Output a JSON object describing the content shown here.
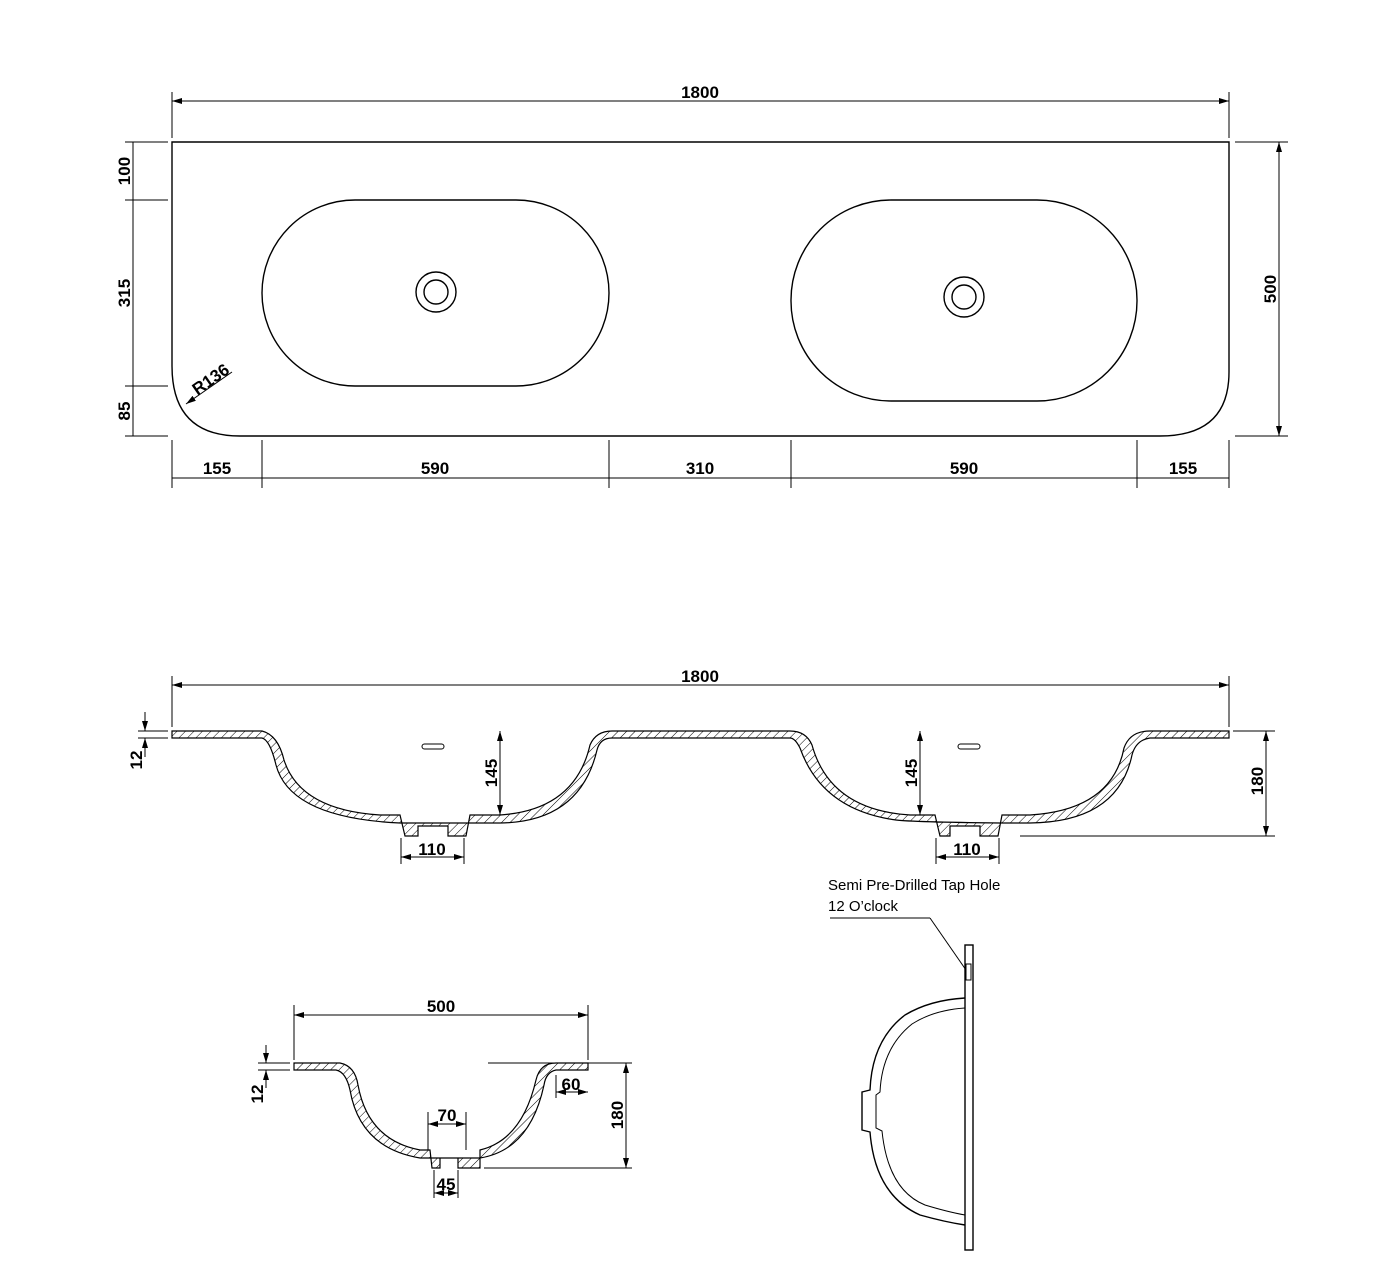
{
  "plan_view": {
    "overall_length": "1800",
    "overall_depth": "500",
    "back_margin": "100",
    "basin_depth": "315",
    "front_margin": "85",
    "corner_radius": "R136",
    "widths": [
      "155",
      "590",
      "310",
      "590",
      "155"
    ]
  },
  "front_section": {
    "overall_length": "1800",
    "slab_thickness": "12",
    "basin_depth_left": "145",
    "basin_depth_right": "145",
    "overall_height": "180",
    "waste_width_left": "110",
    "waste_width_right": "110"
  },
  "side_section": {
    "overall_depth": "500",
    "slab_thickness": "12",
    "rim_width": "60",
    "waste_top": "70",
    "overall_height": "180",
    "waste_outlet": "45"
  },
  "annotation": {
    "line1": "Semi Pre-Drilled Tap Hole",
    "line2": "12 O’clock"
  }
}
